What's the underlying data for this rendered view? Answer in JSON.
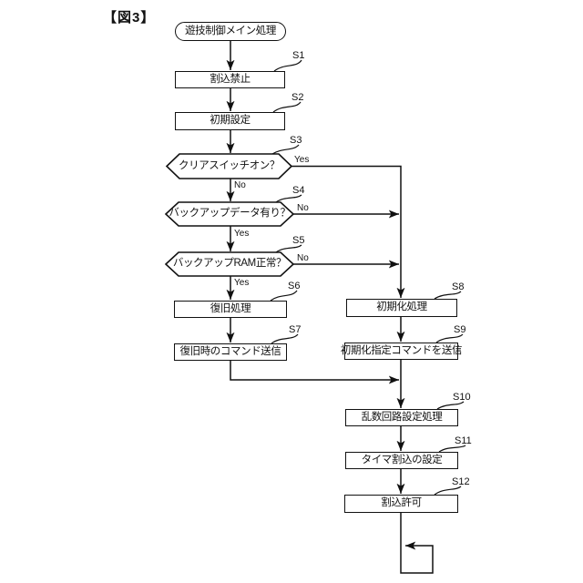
{
  "figure_caption": "【図3】",
  "colors": {
    "line": "#111111",
    "background": "#ffffff"
  },
  "flowchart": {
    "start": {
      "label": "遊技制御メイン処理",
      "type": "terminal"
    },
    "steps": {
      "s1": {
        "tag": "S1",
        "label": "割込禁止",
        "type": "process"
      },
      "s2": {
        "tag": "S2",
        "label": "初期設定",
        "type": "process"
      },
      "s3": {
        "tag": "S3",
        "label": "クリアスイッチオン？",
        "type": "decision",
        "branch_right": "Yes",
        "branch_down": "No"
      },
      "s4": {
        "tag": "S4",
        "label": "バックアップデータ有り？",
        "type": "decision",
        "branch_right": "No",
        "branch_down": "Yes"
      },
      "s5": {
        "tag": "S5",
        "label": "バックアップRAM正常？",
        "type": "decision",
        "branch_right": "No",
        "branch_down": "Yes"
      },
      "s6": {
        "tag": "S6",
        "label": "復旧処理",
        "type": "process"
      },
      "s7": {
        "tag": "S7",
        "label": "復旧時のコマンド送信",
        "type": "process"
      },
      "s8": {
        "tag": "S8",
        "label": "初期化処理",
        "type": "process"
      },
      "s9": {
        "tag": "S9",
        "label": "初期化指定コマンドを送信",
        "type": "process"
      },
      "s10": {
        "tag": "S10",
        "label": "乱数回路設定処理",
        "type": "process"
      },
      "s11": {
        "tag": "S11",
        "label": "タイマ割込の設定",
        "type": "process"
      },
      "s12": {
        "tag": "S12",
        "label": "割込許可",
        "type": "process"
      }
    },
    "loop": {
      "description": "endless-loop return after S12"
    }
  }
}
